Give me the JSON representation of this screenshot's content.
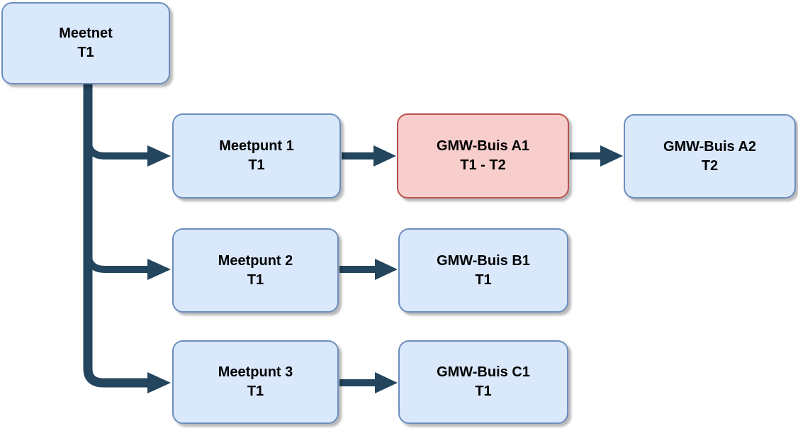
{
  "diagram": {
    "nodes": {
      "meetnet": {
        "title": "Meetnet",
        "subtitle": "T1"
      },
      "meetpunt1": {
        "title": "Meetpunt 1",
        "subtitle": "T1"
      },
      "gmw_a1": {
        "title": "GMW-Buis A1",
        "subtitle": "T1 - T2"
      },
      "gmw_a2": {
        "title": "GMW-Buis A2",
        "subtitle": "T2"
      },
      "meetpunt2": {
        "title": "Meetpunt 2",
        "subtitle": "T1"
      },
      "gmw_b1": {
        "title": "GMW-Buis B1",
        "subtitle": "T1"
      },
      "meetpunt3": {
        "title": "Meetpunt 3",
        "subtitle": "T1"
      },
      "gmw_c1": {
        "title": "GMW-Buis C1",
        "subtitle": "T1"
      }
    },
    "colors": {
      "node_fill_blue": "#dae8fc",
      "node_border_blue": "#6c8ebf",
      "node_fill_red": "#f8cecc",
      "node_border_red": "#b85450",
      "connector": "#23455e",
      "text": "#000000"
    }
  }
}
